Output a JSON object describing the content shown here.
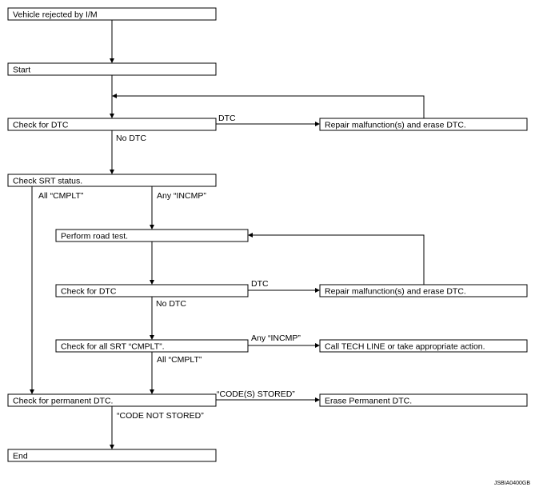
{
  "diagram": {
    "boxes": {
      "rejected": "Vehicle rejected by I/M",
      "start": "Start",
      "check_dtc_1": "Check for DTC",
      "repair_1": "Repair malfunction(s) and erase DTC.",
      "check_srt": "Check SRT status.",
      "road_test": "Perform road test.",
      "check_dtc_2": "Check for DTC",
      "repair_2": "Repair malfunction(s) and erase DTC.",
      "check_all_srt": "Check for all SRT “CMPLT”.",
      "tech_line": "Call TECH LINE or take appropriate action.",
      "check_perm": "Check for permanent DTC.",
      "erase_perm": "Erase Permanent DTC.",
      "end": "End"
    },
    "labels": {
      "dtc_1": "DTC",
      "no_dtc_1": "No DTC",
      "all_cmplt_1": "All “CMPLT”",
      "any_incmp_1": "Any “INCMP”",
      "dtc_2": "DTC",
      "no_dtc_2": "No DTC",
      "any_incmp_2": "Any “INCMP”",
      "all_cmplt_2": "All “CMPLT”",
      "codes_stored": "“CODE(S) STORED”",
      "code_not_stored": "“CODE NOT STORED”"
    },
    "figure_code": "JSBIA0400GB"
  }
}
